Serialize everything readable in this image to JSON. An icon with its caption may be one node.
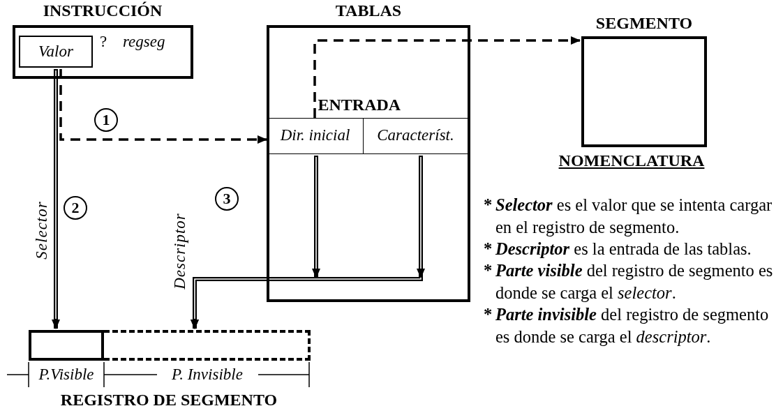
{
  "diagram": {
    "nodes": [
      {
        "text": [
          "INSTRUCCIÓN",
          "?",
          "regseg"
        ]
      },
      {
        "text": [
          "Valor"
        ],
        "in": 0
      },
      {
        "text": [
          "TABLAS"
        ]
      },
      {
        "text": [
          "ENTRADA"
        ],
        "in": 2
      },
      {
        "text": [
          "Dir. inicial"
        ],
        "in": 3
      },
      {
        "text": [
          "Característ."
        ],
        "in": 3
      },
      {
        "text": [
          "SEGMENTO"
        ]
      },
      {
        "text": [],
        "shape": "box"
      },
      {
        "text": [],
        "shape": "box"
      }
    ],
    "edges": [
      {
        "from": 1,
        "to": 4,
        "arrow": "to",
        "style": "dashed"
      },
      {
        "from": 4,
        "to": 6,
        "arrow": "to",
        "style": "dashed"
      },
      {
        "from": 1,
        "to": 7,
        "arrow": "to",
        "label": "Selector"
      },
      {
        "from": 4,
        "to": 8,
        "arrow": "to",
        "label": "Descriptor"
      },
      {
        "from": 5,
        "to": 8,
        "arrow": "to"
      }
    ],
    "labels": [
      "1",
      "NOMENCLATURA",
      "2",
      "3",
      "*",
      "**Selector** es el valor que se intenta cargar en el registro de segmento.",
      "*",
      "**Descriptor** es la entrada de las tablas.",
      "*",
      "**Parte visible** del registro de segmento es donde se carga el *selector*.",
      "*",
      "**Parte invisible** del registro de segmento es donde se carga el *descriptor*.",
      "P.Visible",
      "P. Invisible",
      "REGISTRO DE SEGMENTO"
    ]
  }
}
